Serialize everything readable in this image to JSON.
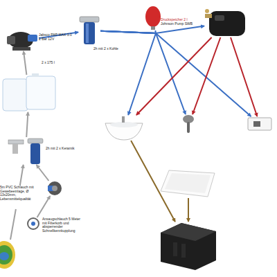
{
  "diagram": {
    "nodes": [
      {
        "text": [
          "Jabsco PAR MAX 3.0",
          "2 Bar 12V"
        ]
      },
      {
        "text": [
          "2h mit 2 x Kohle"
        ]
      },
      {
        "text": [
          "Druckspeicher 2 l",
          "Johnson Pump SWB"
        ]
      },
      {
        "text": []
      },
      {
        "text": [
          "2 x 175 l"
        ]
      },
      {
        "text": [
          "2h mit 2 x Keramik"
        ]
      },
      {
        "text": []
      },
      {
        "text": []
      },
      {
        "text": []
      },
      {
        "text": [
          "5m PVC Schlauch mit Gewebeeinlage, Ø 13x20mm, Lebensmittelqualität"
        ]
      },
      {
        "text": []
      },
      {
        "text": [
          "Ansaugschlauch 5 Meter mit Filterkorb und absperrender Schnellkennkupplung"
        ]
      },
      {
        "text": []
      },
      {
        "text": []
      },
      {
        "text": []
      }
    ],
    "edges": [
      {
        "from": 12,
        "to": 9,
        "arrow": "none"
      },
      {
        "from": 9,
        "to": 5,
        "arrow": "to"
      },
      {
        "from": 11,
        "to": 10,
        "arrow": "to"
      },
      {
        "from": 10,
        "to": 5,
        "arrow": "to"
      },
      {
        "from": 5,
        "to": 4,
        "arrow": "to"
      },
      {
        "from": 4,
        "to": 0,
        "arrow": "to"
      },
      {
        "from": 0,
        "to": 1,
        "arrow": "to"
      },
      {
        "from": 1,
        "to": 2,
        "arrow": "none"
      },
      {
        "from": 1,
        "to": 3,
        "arrow": "to"
      },
      {
        "from": 1,
        "to": 6,
        "arrow": "to"
      },
      {
        "from": 1,
        "to": 7,
        "arrow": "to"
      },
      {
        "from": 1,
        "to": 8,
        "arrow": "to"
      },
      {
        "from": 3,
        "to": 6,
        "arrow": "to"
      },
      {
        "from": 3,
        "to": 7,
        "arrow": "to"
      },
      {
        "from": 3,
        "to": 8,
        "arrow": "to"
      },
      {
        "from": 6,
        "to": 14,
        "arrow": "to"
      },
      {
        "from": 13,
        "to": 14,
        "arrow": "to"
      }
    ]
  }
}
